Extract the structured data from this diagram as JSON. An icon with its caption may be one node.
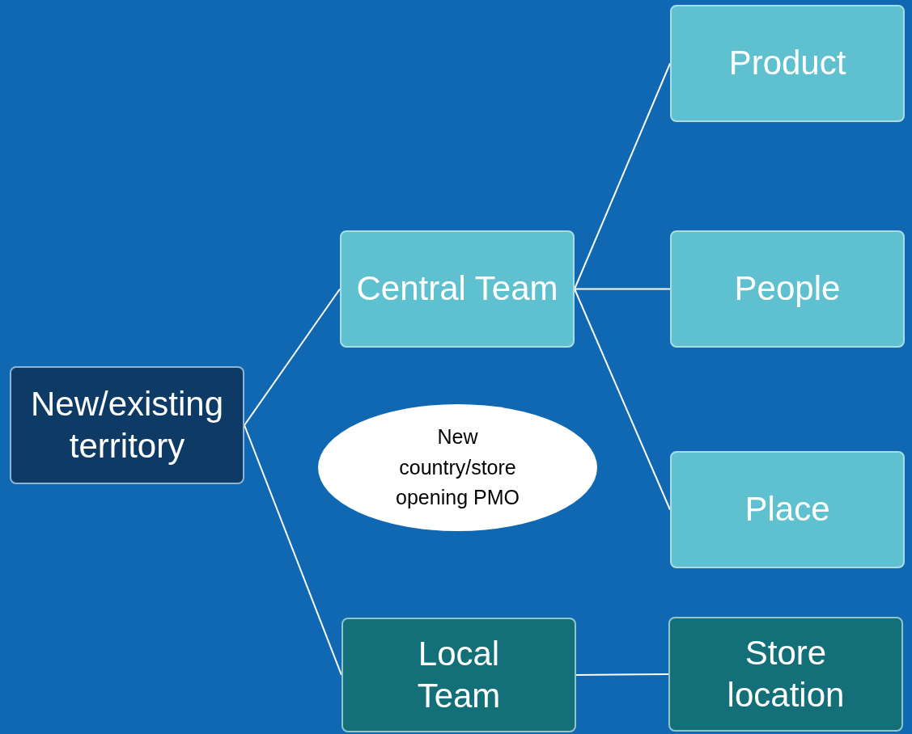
{
  "diagram": {
    "nodes": [
      {
        "text": [
          "New/existing territory"
        ]
      },
      {
        "text": [
          "Central Team"
        ]
      },
      {
        "text": [
          "Product"
        ]
      },
      {
        "text": [
          "People"
        ]
      },
      {
        "text": [
          "Place"
        ]
      },
      {
        "text": [
          "Local Team"
        ]
      },
      {
        "text": [
          "Store location"
        ]
      },
      {
        "text": [
          "New country/store opening PMO"
        ]
      }
    ],
    "edges": [
      {
        "from": 0,
        "to": 1,
        "arrow": "none"
      },
      {
        "from": 0,
        "to": 5,
        "arrow": "none"
      },
      {
        "from": 1,
        "to": 2,
        "arrow": "none"
      },
      {
        "from": 1,
        "to": 3,
        "arrow": "none"
      },
      {
        "from": 1,
        "to": 4,
        "arrow": "none"
      },
      {
        "from": 5,
        "to": 6,
        "arrow": "none"
      }
    ]
  }
}
